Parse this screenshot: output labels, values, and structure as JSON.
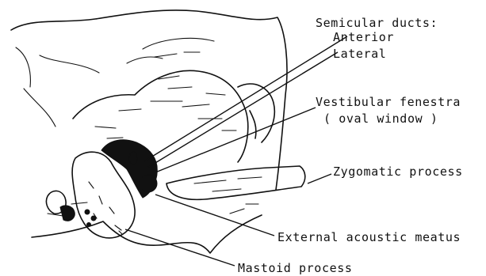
{
  "labels": {
    "semicircular_ducts": "Semicular ducts:",
    "anterior": "Anterior",
    "lateral": "Lateral",
    "vestibular_fenestra": "Vestibular fenestra",
    "oval_window": "( oval window )",
    "zygomatic_process": "Zygomatic process",
    "external_acoustic_meatus": "External acoustic meatus",
    "mastoid_process": "Mastoid process"
  },
  "colors": {
    "ink": "#111111",
    "background": "#ffffff"
  }
}
